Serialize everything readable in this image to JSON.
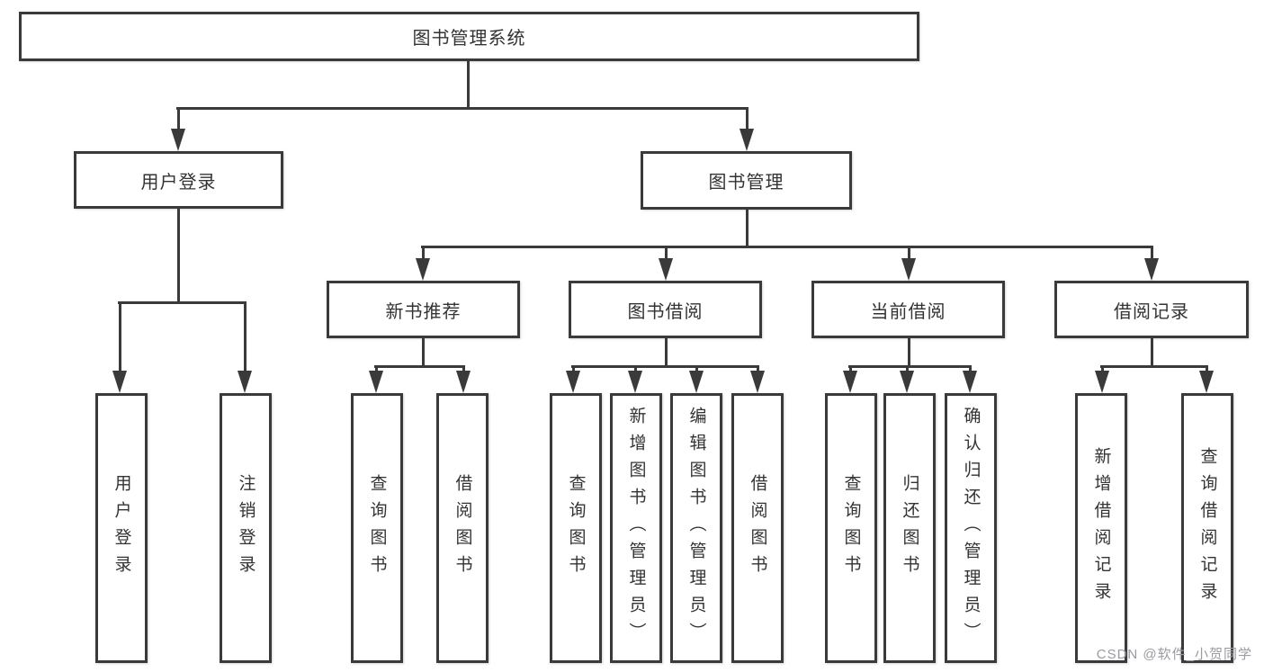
{
  "diagram": {
    "root": "图书管理系统",
    "level2": [
      "用户登录",
      "图书管理"
    ],
    "level3": [
      "新书推荐",
      "图书借阅",
      "当前借阅",
      "借阅记录"
    ],
    "leaves_login": [
      "用户登录",
      "注销登录"
    ],
    "leaves_recommend": [
      "查询图书",
      "借阅图书"
    ],
    "leaves_borrow": [
      "查询图书",
      "新增图书（管理员）",
      "编辑图书（管理员）",
      "借阅图书"
    ],
    "leaves_current": [
      "查询图书",
      "归还图书",
      "确认归还（管理员）"
    ],
    "leaves_records": [
      "新增借阅记录",
      "查询借阅记录"
    ]
  },
  "watermark": "CSDN @软件_小贺同学",
  "colors": {
    "line": "#3a3a3a",
    "text": "#333333",
    "watermark": "#9b9ba1",
    "background": "#ffffff"
  }
}
